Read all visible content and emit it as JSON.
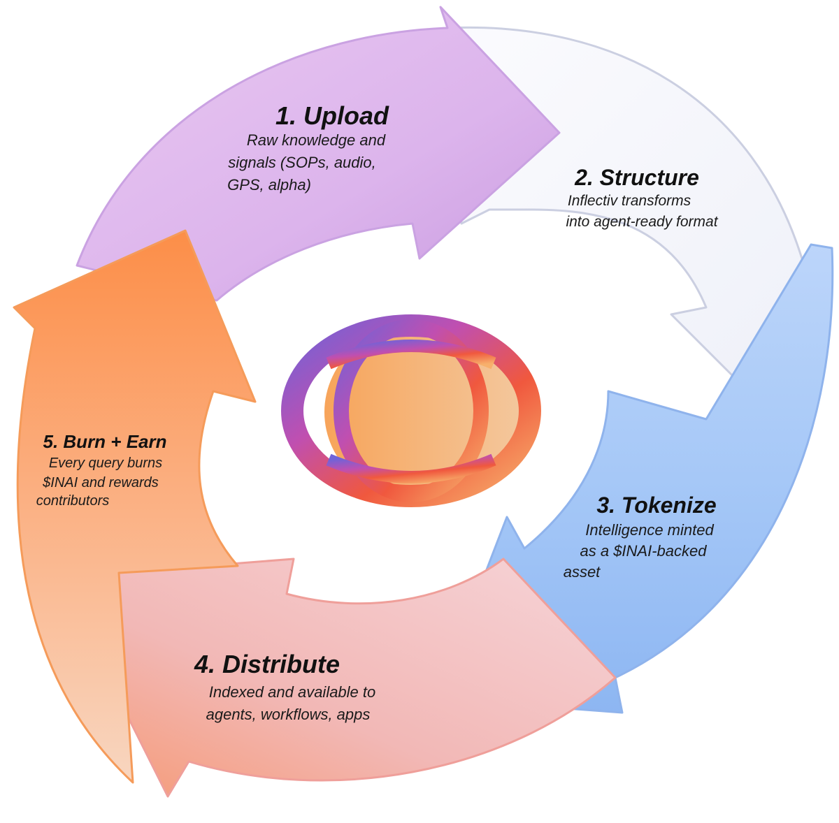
{
  "steps": [
    {
      "title": "1. Upload",
      "lines": [
        "Raw knowledge and",
        "signals (SOPs, audio,",
        "GPS, alpha)"
      ],
      "color": "#d9b4ea"
    },
    {
      "title": "2. Structure",
      "lines": [
        "Inflectiv transforms",
        "into agent-ready format"
      ],
      "color": "#eef1f8"
    },
    {
      "title": "3. Tokenize",
      "lines": [
        "Intelligence minted",
        "as a $INAI-backed",
        "asset"
      ],
      "color": "#9cc0f4"
    },
    {
      "title": "4. Distribute",
      "lines": [
        "Indexed and available to",
        "agents, workflows, apps"
      ],
      "color": "#f3b6b4"
    },
    {
      "title": "5. Burn + Earn",
      "lines": [
        "Every query burns",
        "$INAI and rewards",
        "contributors"
      ],
      "color": "#fba86a"
    }
  ],
  "center": {
    "icon": "globe-logo-icon",
    "gradient": [
      "#6f63d8",
      "#c04fb0",
      "#f0583e",
      "#f7a14c"
    ]
  }
}
